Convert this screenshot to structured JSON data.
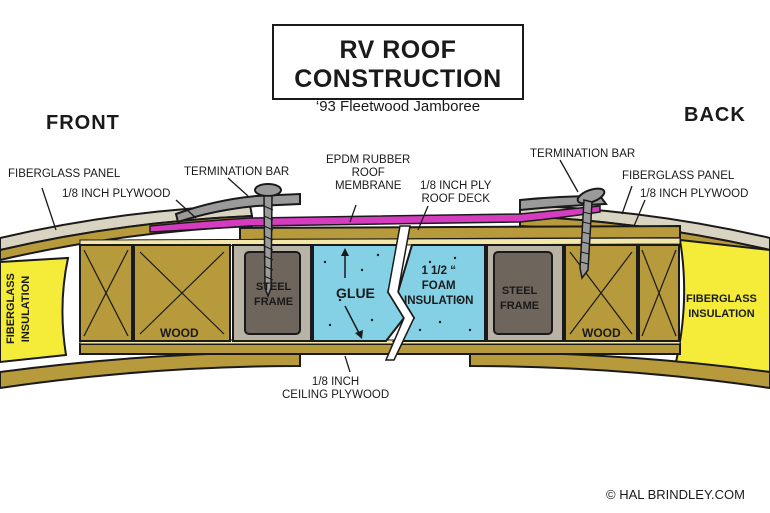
{
  "title": "RV ROOF CONSTRUCTION",
  "subtitle": "‘93 Fleetwood Jamboree",
  "side_labels": {
    "front": "FRONT",
    "back": "BACK"
  },
  "callouts": {
    "fiberglass_panel_left": "FIBERGLASS PANEL",
    "plywood_left": "1/8 INCH PLYWOOD",
    "termination_bar_left": "TERMINATION BAR",
    "epdm": "EPDM RUBBER\nROOF\nMEMBRANE",
    "roof_deck": "1/8 INCH PLY\nROOF DECK",
    "termination_bar_right": "TERMINATION BAR",
    "fiberglass_panel_right": "FIBERGLASS PANEL",
    "plywood_right": "1/8 INCH PLYWOOD",
    "ceiling_plywood": "1/8 INCH\nCEILING PLYWOOD"
  },
  "components": {
    "fiberglass_insulation_left": "FIBERGLASS\nINSULATION",
    "wood_left": "WOOD",
    "steel_frame_left": "STEEL\nFRAME",
    "glue": "GLUE",
    "foam_insulation": "1 1/2 “\nFOAM\nINSULATION",
    "steel_frame_right": "STEEL\nFRAME",
    "wood_right": "WOOD",
    "fiberglass_insulation_right": "FIBERGLASS\nINSULATION"
  },
  "credit": "© HAL BRINDLEY.COM",
  "colors": {
    "wood": "#b69a3c",
    "fiberglass_insulation": "#f5ec3a",
    "foam": "#84d1e6",
    "steel_frame": "#6e655c",
    "epdm_membrane": "#d63cc0",
    "glue": "#f2e6a8",
    "panel": "#d9d4c2",
    "outline": "#1a1a1a"
  }
}
